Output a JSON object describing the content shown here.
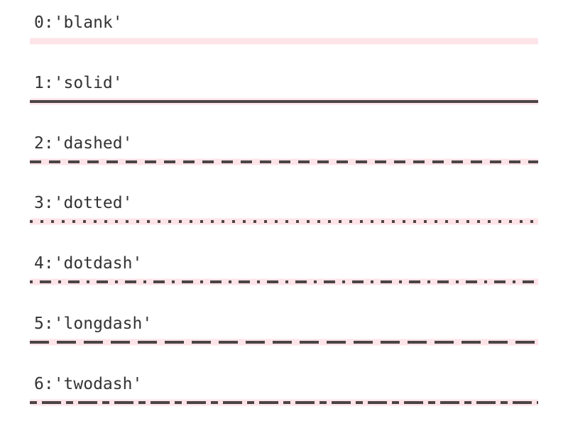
{
  "diagram": {
    "band_color": "#fde4e8",
    "line_color": "#4a4446",
    "rows": [
      {
        "label": "0:'blank'",
        "linetype": "blank"
      },
      {
        "label": "1:'solid'",
        "linetype": "solid"
      },
      {
        "label": "2:'dashed'",
        "linetype": "dashed"
      },
      {
        "label": "3:'dotted'",
        "linetype": "dotted"
      },
      {
        "label": "4:'dotdash'",
        "linetype": "dotdash"
      },
      {
        "label": "5:'longdash'",
        "linetype": "longdash"
      },
      {
        "label": "6:'twodash'",
        "linetype": "twodash"
      }
    ]
  }
}
